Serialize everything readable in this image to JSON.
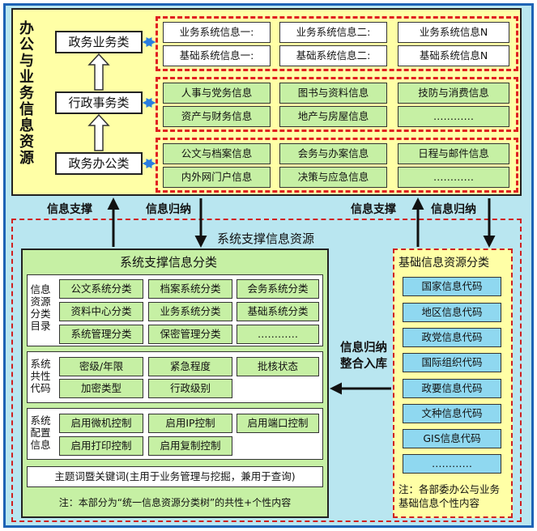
{
  "top": {
    "title": "办公与业务信息资源",
    "categories": [
      "政务业务类",
      "行政事务类",
      "政务办公类"
    ],
    "groups": [
      {
        "items": [
          "业务系统信息一:",
          "业务系统信息二:",
          "业务系统信息N",
          "基础系统信息一:",
          "基础系统信息二:",
          "基础系统信息N"
        ]
      },
      {
        "items": [
          "人事与党务信息",
          "图书与资料信息",
          "技防与消费信息",
          "资产与财务信息",
          "地产与房屋信息",
          "…………"
        ]
      },
      {
        "items": [
          "公文与档案信息",
          "会务与办案信息",
          "日程与邮件信息",
          "内外网门户信息",
          "决策与应急信息",
          "…………"
        ]
      }
    ]
  },
  "links": {
    "left_support": "信息支撑",
    "left_collect": "信息归纳",
    "right_support": "信息支撑",
    "right_collect": "信息归纳",
    "integrate": "信息归纳\n整合入库"
  },
  "system": {
    "region_title": "系统支撑信息资源",
    "panel_title": "系统支撑信息分类",
    "sections": [
      {
        "label": "信息资源分类目录",
        "items": [
          "公文系统分类",
          "档案系统分类",
          "会务系统分类",
          "资料中心分类",
          "业务系统分类",
          "基础系统分类",
          "系统管理分类",
          "保密管理分类",
          "…………"
        ]
      },
      {
        "label": "系统共性代码",
        "items": [
          "密级/年限",
          "紧急程度",
          "批核状态",
          "加密类型",
          "行政级别"
        ]
      },
      {
        "label": "系统配置信息",
        "items": [
          "启用微机控制",
          "启用IP控制",
          "启用端口控制",
          "启用打印控制",
          "启用复制控制"
        ]
      }
    ],
    "keywords": "主题词暨关键词(主用于业务管理与挖掘，兼用于查询)",
    "note": "注：本部分为“统一信息资源分类树”的共性+个性内容"
  },
  "basic": {
    "title": "基础信息资源分类",
    "items": [
      "国家信息代码",
      "地区信息代码",
      "政党信息代码",
      "国际组织代码",
      "政要信息代码",
      "文种信息代码",
      "GIS信息代码",
      "…………"
    ],
    "note": "注：各部委办公与业务基础信息个性内容"
  },
  "colors": {
    "frame_blue": "#1e63b5",
    "yellow": "#ffffa6",
    "green": "#c6f0a4",
    "light_blue": "#8fd8f0",
    "red": "#e02020"
  }
}
